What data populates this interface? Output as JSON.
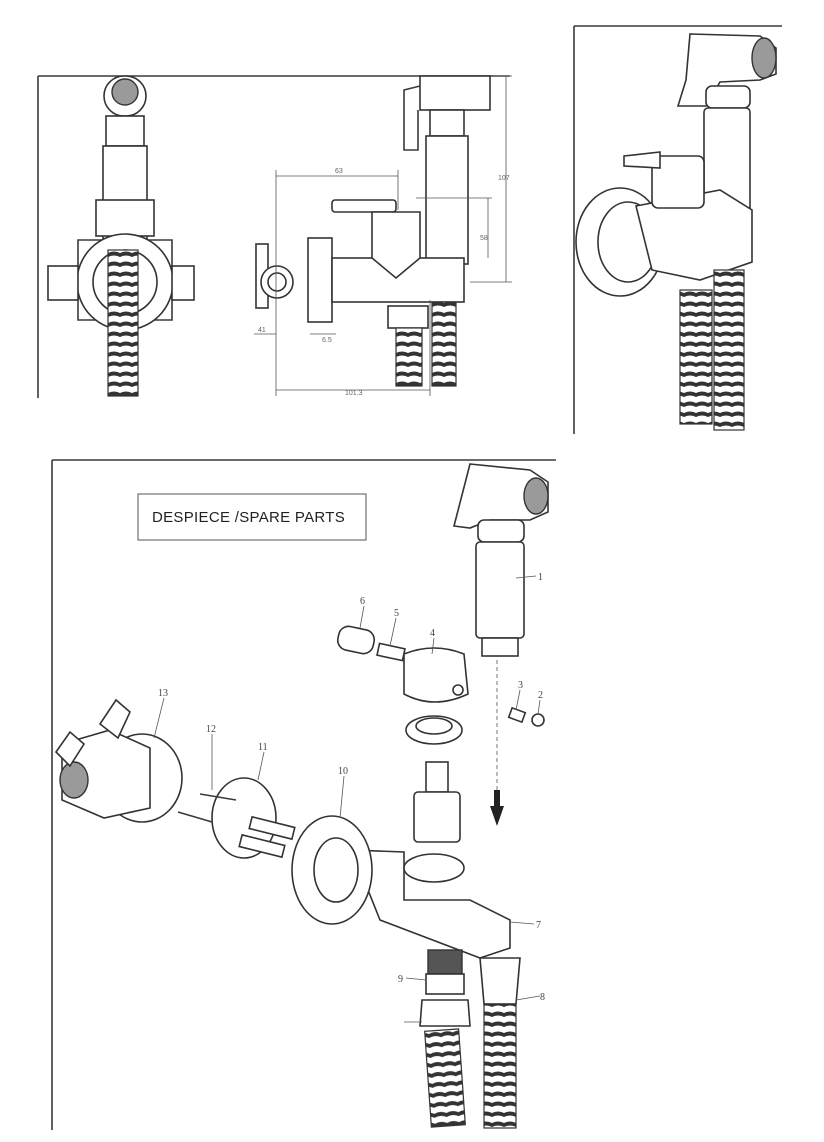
{
  "spare_parts": {
    "title": "DESPIECE /SPARE PARTS",
    "part_labels": [
      "1",
      "2",
      "3",
      "4",
      "5",
      "6",
      "7",
      "8",
      "9",
      "10",
      "11",
      "12",
      "13"
    ]
  },
  "dimensions": {
    "d1": "63",
    "d2": "58",
    "d3": "107",
    "d4": "41",
    "d5": "6.5",
    "d6": "101.3"
  }
}
